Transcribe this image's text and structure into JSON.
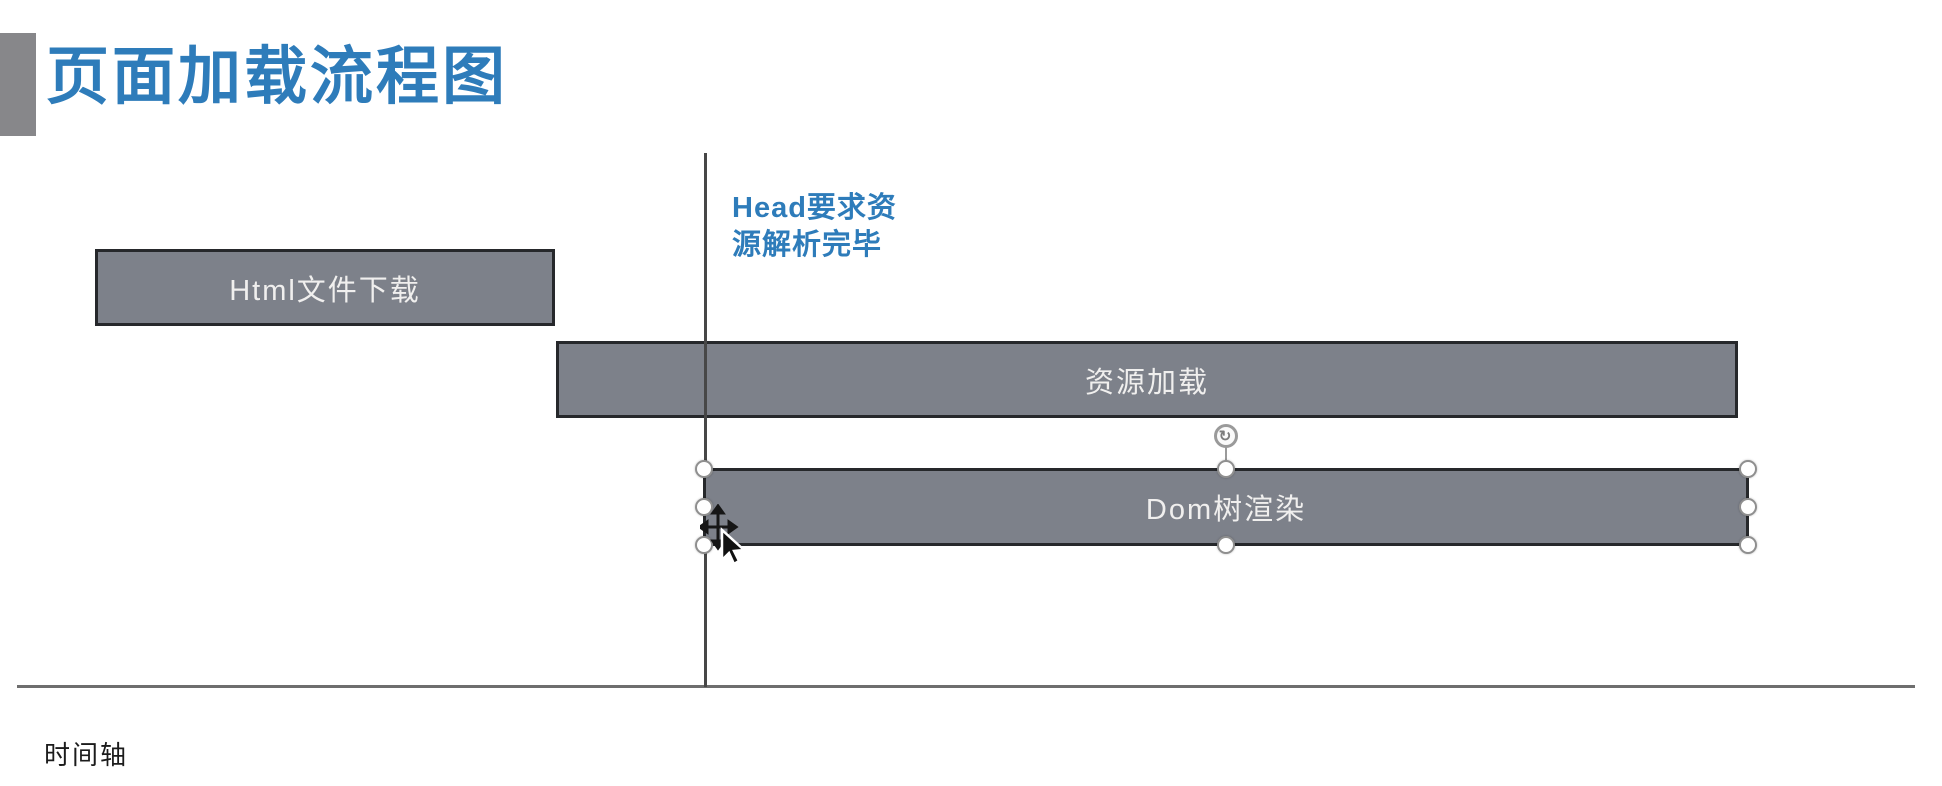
{
  "page": {
    "title": "页面加载流程图"
  },
  "annotation": {
    "line1": "Head要求资",
    "line2": "源解析完毕"
  },
  "bars": [
    {
      "id": "html-download",
      "label": "Html文件下载",
      "selected": false
    },
    {
      "id": "resource-load",
      "label": "资源加载",
      "selected": false
    },
    {
      "id": "dom-render",
      "label": "Dom树渲染",
      "selected": true
    }
  ],
  "timeline": {
    "label": "时间轴"
  },
  "icons": {
    "rotate_glyph": "↻"
  },
  "colors": {
    "accent_blue": "#2e7cba",
    "bar_fill": "#7d818a",
    "bar_border": "#26282b",
    "axis_line": "#6e6e6e",
    "marker_line": "#474747",
    "handle_border": "#8f8f8f"
  }
}
